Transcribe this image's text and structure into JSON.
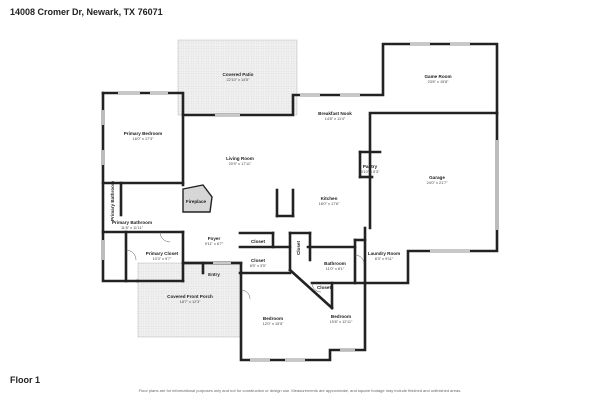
{
  "header": {
    "address": "14008 Cromer Dr, Newark, TX 76071"
  },
  "footer": {
    "floor": "Floor 1",
    "disclaimer": "Floor plans are for informational purposes only and not for construction or design use. Measurements are approximate, and square footage may include finished and unfinished areas."
  },
  "rooms": {
    "covered_patio": {
      "name": "Covered Patio",
      "dim": "22'10\" x 14'5\""
    },
    "game_room": {
      "name": "Game Room",
      "dim": "23'6\" x 15'8\""
    },
    "breakfast_nook": {
      "name": "Breakfast Nook",
      "dim": "14'8\" x 11'4\""
    },
    "primary_bedroom": {
      "name": "Primary Bedroom",
      "dim": "16'0\" x 17'3\""
    },
    "living_room": {
      "name": "Living Room",
      "dim": "20'9\" x 17'11\""
    },
    "pantry": {
      "name": "Pantry",
      "dim": "5'10\" x 5'3\""
    },
    "garage": {
      "name": "Garage",
      "dim": "24'0\" x 21'7\""
    },
    "fireplace": {
      "name": "Fireplace"
    },
    "kitchen": {
      "name": "Kitchen",
      "dim": "16'0\" x 17'6\""
    },
    "primary_bathroom_small": {
      "name": "Primary Bathroom"
    },
    "primary_bathroom": {
      "name": "Primary Bathroom",
      "dim": "11'8\" x 11'11\""
    },
    "foyer": {
      "name": "Foyer",
      "dim": "9'11\" x 6'7\""
    },
    "closet_hall": {
      "name": "Closet"
    },
    "closet_kitchen": {
      "name": "Closet"
    },
    "primary_closet": {
      "name": "Primary Closet",
      "dim": "10'3\" x 9'7\""
    },
    "closet_mid": {
      "name": "Closet",
      "dim": "6'5\" x 3'5\""
    },
    "bathroom": {
      "name": "Bathroom",
      "dim": "11'0\" x 8'1\""
    },
    "laundry_room": {
      "name": "Laundry Room",
      "dim": "8'3\" x 9'11\""
    },
    "entry": {
      "name": "Entry"
    },
    "closet_bed": {
      "name": "Closet"
    },
    "covered_front_porch": {
      "name": "Covered Front Porch",
      "dim": "18'7\" x 12'3\""
    },
    "bedroom_1": {
      "name": "Bedroom",
      "dim": "12'0\" x 15'5\""
    },
    "bedroom_2": {
      "name": "Bedroom",
      "dim": "15'8\" x 12'11\""
    }
  },
  "colors": {
    "wall": "#222222",
    "patio_fill": "#eaeaea",
    "fireplace_fill": "#d6d6d6"
  }
}
